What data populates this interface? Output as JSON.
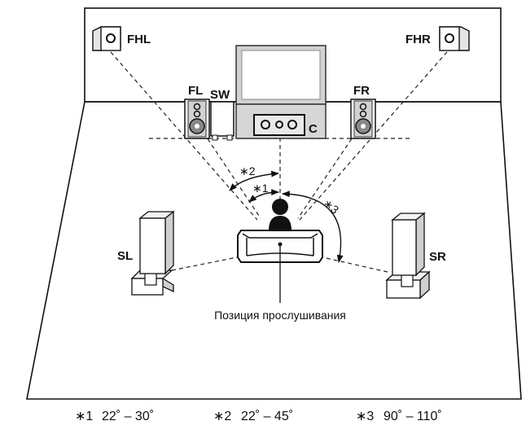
{
  "speakers": {
    "front_height_left": "FHL",
    "front_height_right": "FHR",
    "front_left": "FL",
    "front_right": "FR",
    "subwoofer": "SW",
    "center": "C",
    "surround_left": "SL",
    "surround_right": "SR"
  },
  "angle_marks": {
    "a1": "∗1",
    "a2": "∗2",
    "a3": "∗3"
  },
  "listening_position_label": "Позиция прослушивания",
  "footnotes": [
    {
      "mark": "∗1",
      "range": "22˚ – 30˚"
    },
    {
      "mark": "∗2",
      "range": "22˚ – 45˚"
    },
    {
      "mark": "∗3",
      "range": "90˚ – 110˚"
    }
  ]
}
